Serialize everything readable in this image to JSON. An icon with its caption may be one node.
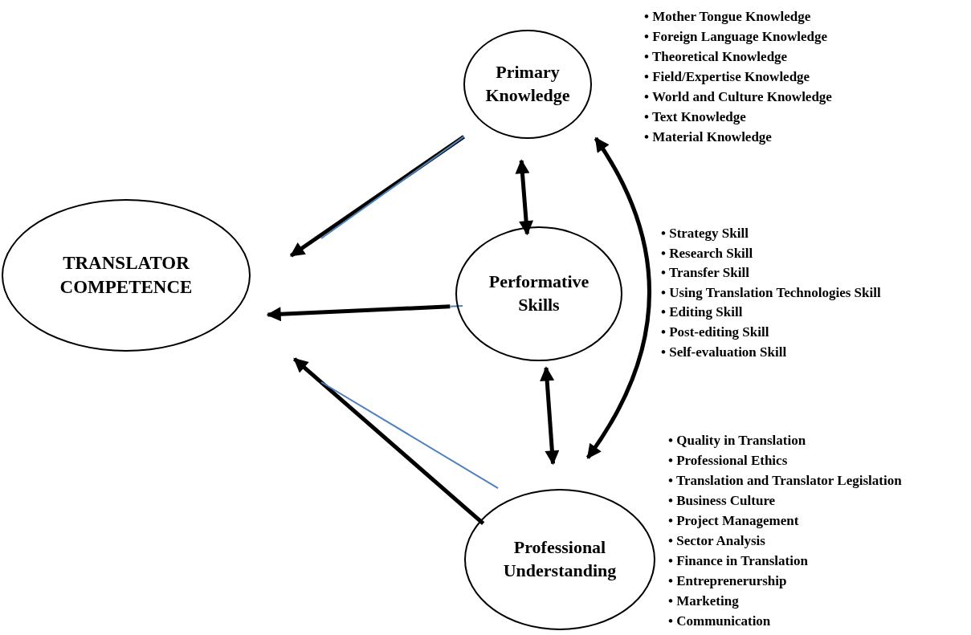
{
  "diagram": {
    "nodes": [
      {
        "text": [
          "TRANSLATOR COMPETENCE"
        ]
      },
      {
        "text": [
          "Primary Knowledge"
        ],
        "beside": [
          "• Mother Tongue Knowledge",
          "• Foreign Language Knowledge",
          "• Theoretical Knowledge",
          "• Field/Expertise Knowledge",
          "• World and Culture Knowledge",
          "• Text Knowledge",
          "• Material Knowledge"
        ]
      },
      {
        "text": [
          "Performative Skills"
        ],
        "beside": [
          "• Strategy Skill",
          "• Research Skill",
          "• Transfer Skill",
          "• Using Translation Technologies Skill",
          "• Editing Skill",
          "• Post-editing Skill",
          "• Self-evaluation Skill"
        ]
      },
      {
        "text": [
          "Professional Understanding"
        ],
        "beside": [
          "• Quality in Translation",
          "• Professional Ethics",
          "• Translation and Translator Legislation",
          "• Business Culture",
          "• Project Management",
          "• Sector Analysis",
          "• Finance in Translation",
          "• Entreprenerurship",
          "• Marketing",
          "• Communication"
        ]
      }
    ],
    "edges": [
      {
        "from": 1,
        "to": 0,
        "arrow": "to"
      },
      {
        "from": 2,
        "to": 0,
        "arrow": "to"
      },
      {
        "from": 3,
        "to": 0,
        "arrow": "to"
      },
      {
        "from": 1,
        "to": 2,
        "arrow": "both"
      },
      {
        "from": 2,
        "to": 3,
        "arrow": "both"
      },
      {
        "from": 1,
        "to": 3,
        "arrow": "both"
      },
      {
        "from": 1,
        "to": null,
        "arrow": "none",
        "color": "#4f81bd"
      },
      {
        "from": 2,
        "to": null,
        "arrow": "none",
        "color": "#4f81bd"
      },
      {
        "from": 3,
        "to": null,
        "arrow": "none",
        "color": "#4f81bd"
      }
    ]
  }
}
